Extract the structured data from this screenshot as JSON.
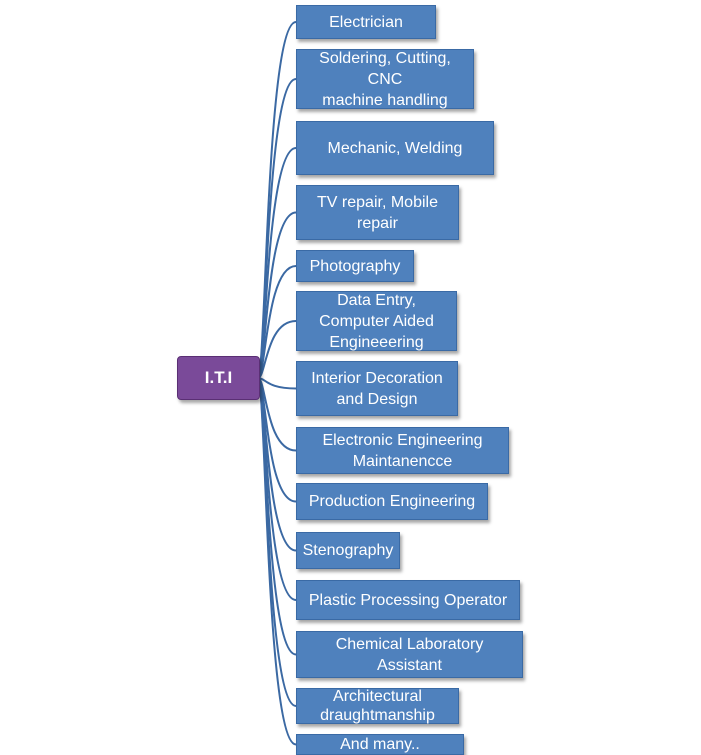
{
  "root": {
    "label": "I.T.I"
  },
  "colors": {
    "root": "#7a4a99",
    "node": "#4f81bd",
    "connector": "#3b69a3"
  },
  "items": [
    {
      "label": "Electrician"
    },
    {
      "label": "Soldering, Cutting, CNC\nmachine handling"
    },
    {
      "label": "Mechanic, Welding"
    },
    {
      "label": "TV repair, Mobile\nrepair"
    },
    {
      "label": "Photography"
    },
    {
      "label": "Data Entry,\nComputer Aided\nEngineeering"
    },
    {
      "label": "Interior Decoration\nand Design"
    },
    {
      "label": "Electronic Engineering\nMaintanencce"
    },
    {
      "label": "Production Engineering"
    },
    {
      "label": "Stenography"
    },
    {
      "label": "Plastic Processing Operator"
    },
    {
      "label": "Chemical Laboratory\nAssistant"
    },
    {
      "label": "Architectural\ndraughtmanship"
    },
    {
      "label": "And many.."
    }
  ]
}
